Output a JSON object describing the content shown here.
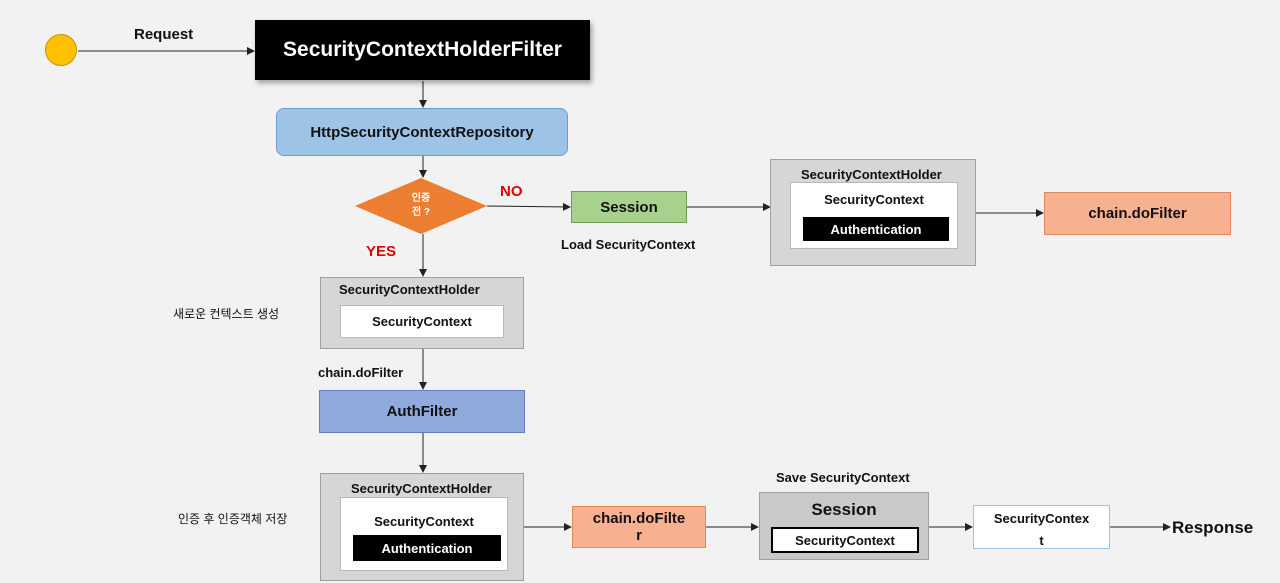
{
  "start": {
    "label": "Request"
  },
  "filter": {
    "title": "SecurityContextHolderFilter"
  },
  "repository": {
    "label": "HttpSecurityContextRepository"
  },
  "decision": {
    "line1": "인증",
    "line2": "전 ?",
    "no": "NO",
    "yes": "YES"
  },
  "session_load": {
    "label": "Session",
    "caption": "Load SecurityContext"
  },
  "holder_right": {
    "title": "SecurityContextHolder",
    "context": "SecurityContext",
    "auth": "Authentication"
  },
  "dofilter_right": {
    "label": "chain.doFilter"
  },
  "new_context": {
    "caption": "새로운 컨텍스트 생성",
    "title": "SecurityContextHolder",
    "context": "SecurityContext"
  },
  "chain_label": "chain.doFilter",
  "auth_filter": {
    "label": "AuthFilter"
  },
  "after_auth": {
    "caption": "인증 후 인증객체 저장",
    "title": "SecurityContextHolder",
    "context": "SecurityContext",
    "auth": "Authentication"
  },
  "dofilter_bottom": {
    "line1": "chain.doFilte",
    "line2": "r"
  },
  "session_save": {
    "caption": "Save SecurityContext",
    "title": "Session",
    "context": "SecurityContext"
  },
  "context_box": {
    "line1": "SecurityContex",
    "line2": "t"
  },
  "end": {
    "label": "Response"
  },
  "colors": {
    "start_circle": "#ffc000",
    "decision": "#ed7d31",
    "no_yes_text": "#e00000",
    "salmon": "#f7b191",
    "session_green": "#a9d18e",
    "repo_blue": "#9dc3e6",
    "authfilter_blue": "#8faadc"
  }
}
